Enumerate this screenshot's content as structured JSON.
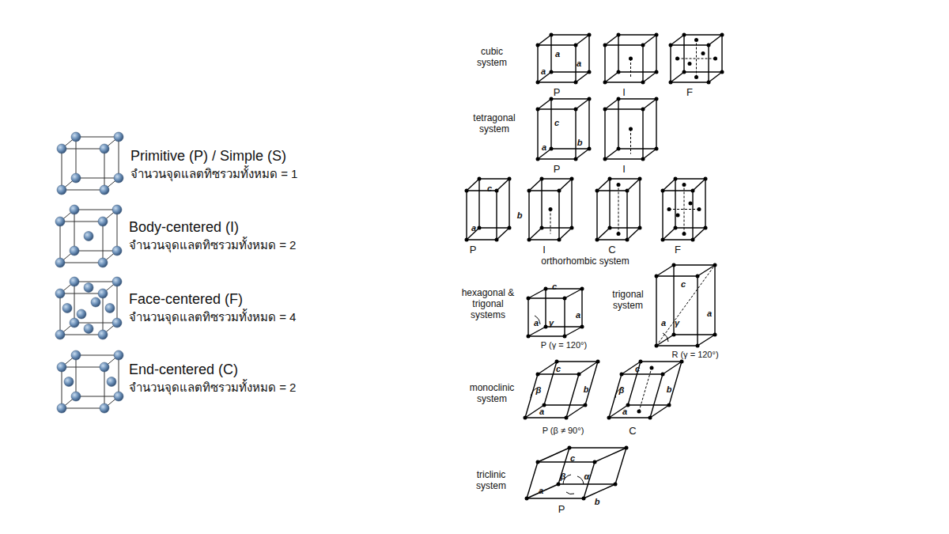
{
  "diagram": {
    "labels": [
      "Primitive (P) / Simple (S)",
      "จำนวนจุดแลตทิซรวมทั้งหมด = 1",
      "Body-centered (I)",
      "จำนวนจุดแลตทิซรวมทั้งหมด = 2",
      "Face-centered (F)",
      "จำนวนจุดแลตทิซรวมทั้งหมด = 4",
      "End-centered (C)",
      "จำนวนจุดแลตทิซรวมทั้งหมด = 2",
      "cubic system",
      "a",
      "a",
      "a",
      "P",
      "I",
      "F",
      "tetragonal system",
      "c",
      "a",
      "b",
      "P",
      "I",
      "c",
      "b",
      "a",
      "P",
      "I",
      "C",
      "F",
      "orthorhombic system",
      "hexagonal & trigonal systems",
      "c",
      "a",
      "γ",
      "a",
      "P (γ = 120°)",
      "trigonal system",
      "c",
      "a",
      "γ",
      "a",
      "R (γ = 120°)",
      "monoclinic system",
      "c",
      "β",
      "b",
      "a",
      "P (β ≠ 90°)",
      "c",
      "β",
      "b",
      "a",
      "C",
      "triclinic system",
      "c",
      "β",
      "α",
      "b",
      "a",
      "P"
    ]
  }
}
